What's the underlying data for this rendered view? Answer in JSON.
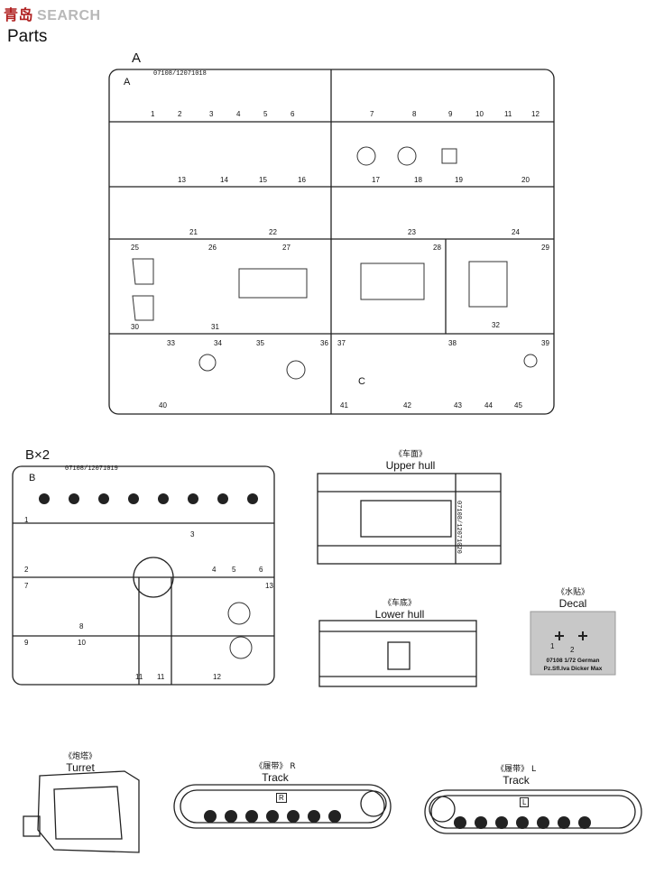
{
  "watermark": {
    "cn": "青岛",
    "en": "SEARCH"
  },
  "title": "Parts",
  "sprue_a": {
    "letter": "A",
    "code": "07108/12071018",
    "tag": "A",
    "numbers": [
      "1",
      "2",
      "3",
      "4",
      "5",
      "6",
      "7",
      "8",
      "9",
      "10",
      "11",
      "12",
      "13",
      "14",
      "15",
      "16",
      "17",
      "18",
      "19",
      "20",
      "21",
      "22",
      "23",
      "24",
      "25",
      "26",
      "27",
      "28",
      "29",
      "30",
      "31",
      "32",
      "33",
      "34",
      "35",
      "36",
      "37",
      "38",
      "39",
      "40",
      "41",
      "42",
      "43",
      "44",
      "45"
    ],
    "sub_letter": "C"
  },
  "sprue_b": {
    "letter": "B×2",
    "code": "07108/12071019",
    "tag": "B",
    "numbers": [
      "1",
      "2",
      "3",
      "4",
      "5",
      "6",
      "7",
      "8",
      "9",
      "10",
      "11",
      "11",
      "12",
      "13"
    ]
  },
  "upper_hull": {
    "cn": "《车面》",
    "en": "Upper hull",
    "code": "07108/12071020"
  },
  "lower_hull": {
    "cn": "《车底》",
    "en": "Lower hull"
  },
  "decal": {
    "cn": "《水贴》",
    "en": "Decal",
    "nums": [
      "1",
      "2"
    ],
    "line1": "07108 1/72 German",
    "line2": "Pz.Sfl.Iva Dicker Max"
  },
  "turret": {
    "cn": "《炮塔》",
    "en": "Turret"
  },
  "track_r": {
    "cn": "《履带》",
    "suffix": "R",
    "en": "Track",
    "mark": "R"
  },
  "track_l": {
    "cn": "《履带》",
    "suffix": "L",
    "en": "Track",
    "mark": "L"
  }
}
